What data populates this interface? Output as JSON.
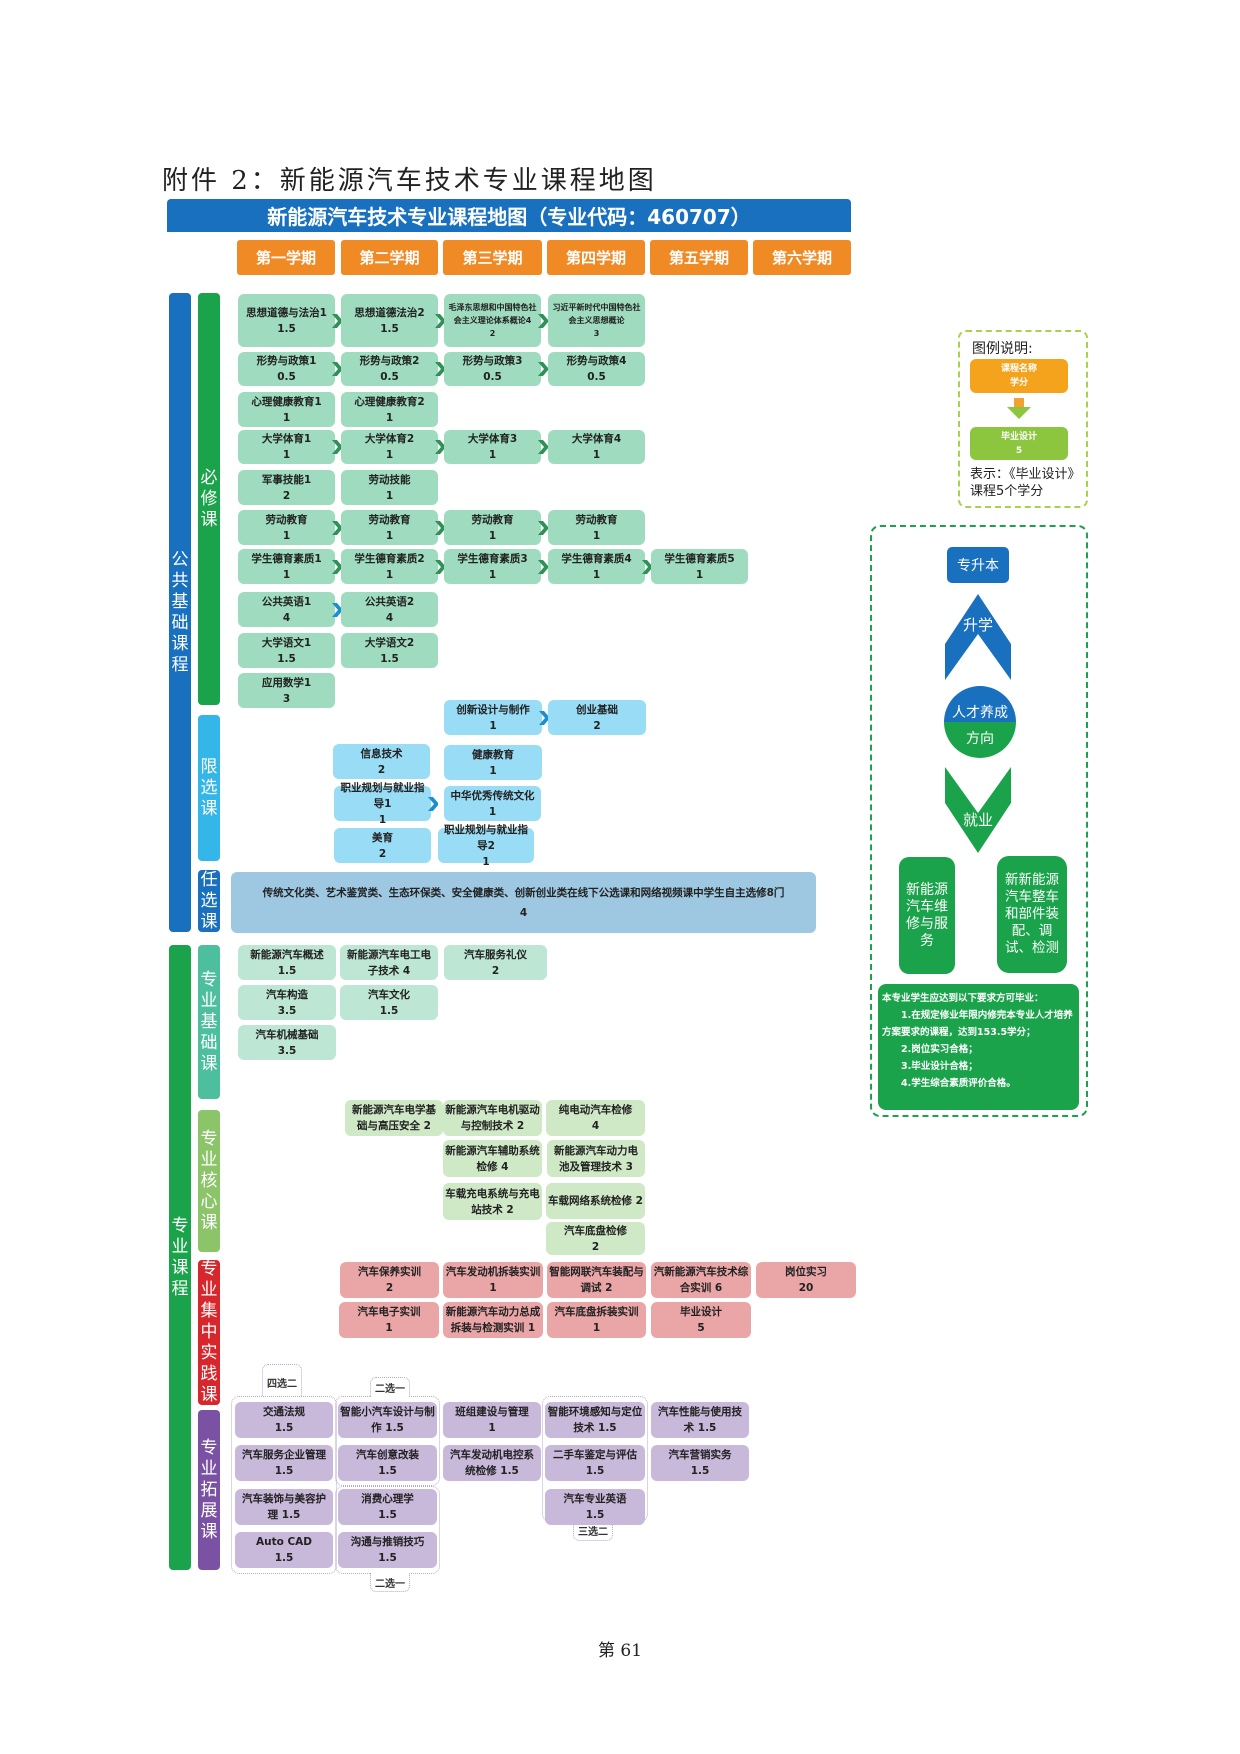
{
  "doc_title": "附件 2：新能源汽车技术专业课程地图",
  "banner": "新能源汽车技术专业课程地图（专业代码：460707）",
  "semesters": [
    "第一学期",
    "第二学期",
    "第三学期",
    "第四学期",
    "第五学期",
    "第六学期"
  ],
  "bars": {
    "public": "公共基础课程",
    "required": "必修课",
    "limited": "限选课",
    "optional": "任选课",
    "professional": "专业课程",
    "basic": "专业基础课",
    "core": "专业核心课",
    "practice": "专业集中实践课",
    "extension": "专业拓展课"
  },
  "colors": {
    "banner": "#1870bf",
    "semester": "#f08a24",
    "public": "#1870bf",
    "required": "#1aa34a",
    "limited": "#35b6e8",
    "basic": "#4dbf9f",
    "core": "#8cc46a",
    "practice": "#d7262c",
    "extension": "#7b52a3"
  },
  "required": [
    {
      "name": "思想道德与法治1",
      "credit": "1.5"
    },
    {
      "name": "思想道德法治2",
      "credit": "1.5"
    },
    {
      "name": "毛泽东思想和中国特色社会主义理论体系概论4",
      "credit": "2"
    },
    {
      "name": "习近平新时代中国特色社会主义思想概论",
      "credit": "3"
    },
    {
      "name": "形势与政策1",
      "credit": "0.5"
    },
    {
      "name": "形势与政策2",
      "credit": "0.5"
    },
    {
      "name": "形势与政策3",
      "credit": "0.5"
    },
    {
      "name": "形势与政策4",
      "credit": "0.5"
    },
    {
      "name": "心理健康教育1",
      "credit": "1"
    },
    {
      "name": "心理健康教育2",
      "credit": "1"
    },
    {
      "name": "大学体育1",
      "credit": "1"
    },
    {
      "name": "大学体育2",
      "credit": "1"
    },
    {
      "name": "大学体育3",
      "credit": "1"
    },
    {
      "name": "大学体育4",
      "credit": "1"
    },
    {
      "name": "军事技能1",
      "credit": "2"
    },
    {
      "name": "劳动技能",
      "credit": "1"
    },
    {
      "name": "劳动教育",
      "credit": "1"
    },
    {
      "name": "劳动教育",
      "credit": "1"
    },
    {
      "name": "劳动教育",
      "credit": "1"
    },
    {
      "name": "劳动教育",
      "credit": "1"
    },
    {
      "name": "学生德育素质1",
      "credit": "1"
    },
    {
      "name": "学生德育素质2",
      "credit": "1"
    },
    {
      "name": "学生德育素质3",
      "credit": "1"
    },
    {
      "name": "学生德育素质4",
      "credit": "1"
    },
    {
      "name": "学生德育素质5",
      "credit": "1"
    },
    {
      "name": "公共英语1",
      "credit": "4"
    },
    {
      "name": "公共英语2",
      "credit": "4"
    },
    {
      "name": "大学语文1",
      "credit": "1.5"
    },
    {
      "name": "大学语文2",
      "credit": "1.5"
    },
    {
      "name": "应用数学1",
      "credit": "3"
    }
  ],
  "limited": [
    {
      "name": "创新设计与制作",
      "credit": "1"
    },
    {
      "name": "创业基础",
      "credit": "2"
    },
    {
      "name": "信息技术",
      "credit": "2"
    },
    {
      "name": "健康教育",
      "credit": "1"
    },
    {
      "name": "职业规划与就业指导1",
      "credit": "1"
    },
    {
      "name": "中华优秀传统文化",
      "credit": "1"
    },
    {
      "name": "美育",
      "credit": "2"
    },
    {
      "name": "职业规划与就业指导2",
      "credit": "1"
    }
  ],
  "optional": [
    {
      "name": "传统文化类、艺术鉴赏类、生态环保类、安全健康类、创新创业类在线下公选课和网络视频课中学生自主选修8门",
      "credit": "4"
    }
  ],
  "basic": [
    {
      "name": "新能源汽车概述",
      "credit": "1.5"
    },
    {
      "name": "新能源汽车电工电子技术",
      "credit": "4"
    },
    {
      "name": "汽车服务礼仪",
      "credit": "2"
    },
    {
      "name": "汽车构造",
      "credit": "3.5"
    },
    {
      "name": "汽车文化",
      "credit": "1.5"
    },
    {
      "name": "汽车机械基础",
      "credit": "3.5"
    }
  ],
  "core": [
    {
      "name": "新能源汽车电学基础与高压安全",
      "credit": "2"
    },
    {
      "name": "新能源汽车电机驱动与控制技术",
      "credit": "2"
    },
    {
      "name": "纯电动汽车检修",
      "credit": "4"
    },
    {
      "name": "新能源汽车辅助系统检修",
      "credit": "4"
    },
    {
      "name": "新能源汽车动力电池及管理技术",
      "credit": "3"
    },
    {
      "name": "车载充电系统与充电站技术",
      "credit": "2"
    },
    {
      "name": "车载网络系统检修",
      "credit": "2"
    },
    {
      "name": "汽车底盘检修",
      "credit": "2"
    }
  ],
  "practice": [
    {
      "name": "汽车保养实训",
      "credit": "2"
    },
    {
      "name": "汽车发动机拆装实训",
      "credit": "1"
    },
    {
      "name": "智能网联汽车装配与调试",
      "credit": "2"
    },
    {
      "name": "汽新能源汽车技术综合实训",
      "credit": "6"
    },
    {
      "name": "岗位实习",
      "credit": "20"
    },
    {
      "name": "汽车电子实训",
      "credit": "1"
    },
    {
      "name": "新能源汽车动力总成拆装与检测实训",
      "credit": "1"
    },
    {
      "name": "汽车底盘拆装实训",
      "credit": "1"
    },
    {
      "name": "毕业设计",
      "credit": "5"
    }
  ],
  "extension": [
    {
      "name": "交通法规",
      "credit": "1.5"
    },
    {
      "name": "汽车服务企业管理",
      "credit": "1.5"
    },
    {
      "name": "汽车装饰与美容护理",
      "credit": "1.5"
    },
    {
      "name": "Auto CAD",
      "credit": "1.5"
    },
    {
      "name": "智能小汽车设计与制作",
      "credit": "1.5"
    },
    {
      "name": "汽车创意改装",
      "credit": "1.5"
    },
    {
      "name": "消费心理学",
      "credit": "1.5"
    },
    {
      "name": "沟通与推销技巧",
      "credit": "1.5"
    },
    {
      "name": "班组建设与管理",
      "credit": "1"
    },
    {
      "name": "汽车发动机电控系统检修",
      "credit": "1.5"
    },
    {
      "name": "智能环境感知与定位技术",
      "credit": "1.5"
    },
    {
      "name": "二手车鉴定与评估",
      "credit": "1.5"
    },
    {
      "name": "汽车专业英语",
      "credit": "1.5"
    },
    {
      "name": "汽车性能与使用技术",
      "credit": "1.5"
    },
    {
      "name": "汽车营销实务",
      "credit": "1.5"
    }
  ],
  "groups": {
    "four_choose_two": "四选二",
    "two_choose_one_a": "二选一",
    "two_choose_one_b": "二选一",
    "three_choose_two": "三选二"
  },
  "legend": {
    "title": "图例说明:",
    "sample_name": "课程名称",
    "sample_credit": "学分",
    "example_name": "毕业设计",
    "example_credit": "5",
    "explanation": "表示：《毕业设计》课程5个学分"
  },
  "pathway": {
    "upgrade": "专升本",
    "study": "升学",
    "center_top": "人才养成",
    "center_bottom": "方向",
    "employ": "就业",
    "job1": "新能源汽车维修与服务",
    "job2": "新新能源汽车整车和部件装配、调试、检测"
  },
  "graduation": {
    "title": "本专业学生应达到以下要求方可毕业：",
    "items": [
      "1.在规定修业年限内修完本专业人才培养方案要求的课程，达到153.5学分；",
      "2.岗位实习合格；",
      "3.毕业设计合格；",
      "4.学生综合素质评价合格。"
    ]
  },
  "page_number": "第 61"
}
